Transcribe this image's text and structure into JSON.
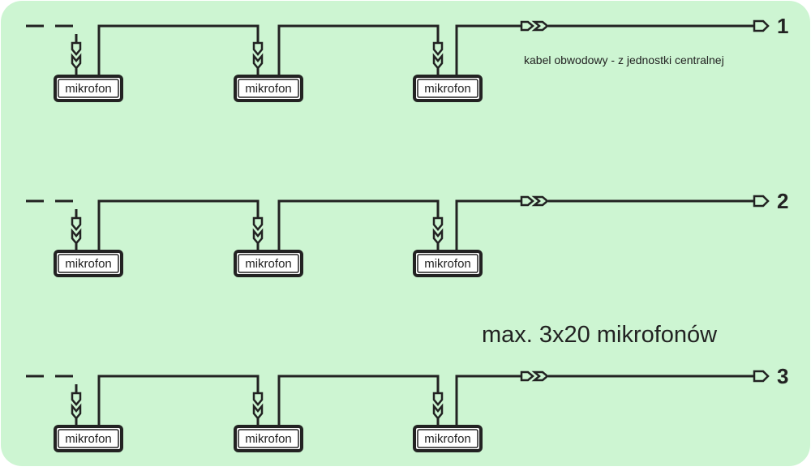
{
  "colors": {
    "background": "#cdf5d2",
    "line": "#222222",
    "box_fill": "#ffffff"
  },
  "microphone_label": "mikrofon",
  "lines": [
    {
      "number": "1",
      "microphones": [
        "mikrofon",
        "mikrofon",
        "mikrofon"
      ]
    },
    {
      "number": "2",
      "microphones": [
        "mikrofon",
        "mikrofon",
        "mikrofon"
      ]
    },
    {
      "number": "3",
      "microphones": [
        "mikrofon",
        "mikrofon",
        "mikrofon"
      ]
    }
  ],
  "cable_note": "kabel obwodowy - z jednostki centralnej",
  "capacity_caption": "max. 3x20 mikrofonów"
}
